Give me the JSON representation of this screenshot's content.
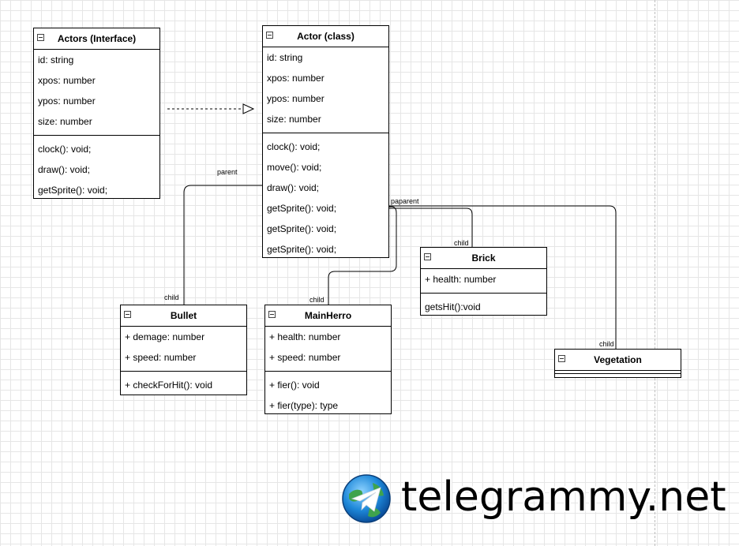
{
  "classes": {
    "actors_interface": {
      "title": "Actors (Interface)",
      "attributes": [
        "id: string",
        "xpos: number",
        "ypos: number",
        "size: number"
      ],
      "methods": [
        "clock(): void;",
        "draw(): void;",
        "getSprite(): void;"
      ]
    },
    "actor_class": {
      "title": "Actor (class)",
      "attributes": [
        "id: string",
        "xpos: number",
        "ypos: number",
        "size: number"
      ],
      "methods": [
        "clock(): void;",
        "move(): void;",
        "draw(): void;",
        "getSprite(): void;",
        "getSprite(): void;",
        "getSprite(): void;"
      ]
    },
    "bullet": {
      "title": "Bullet",
      "attributes": [
        "+ demage: number",
        "+ speed: number"
      ],
      "methods": [
        "+ checkForHit(): void"
      ]
    },
    "mainherro": {
      "title": "MainHerro",
      "attributes": [
        "+ health: number",
        "+ speed: number"
      ],
      "methods": [
        "+ fier(): void",
        "+ fier(type): type"
      ]
    },
    "brick": {
      "title": "Brick",
      "attributes": [
        "+ health: number"
      ],
      "methods": [
        "getsHit():void"
      ]
    },
    "vegetation": {
      "title": "Vegetation"
    }
  },
  "labels": {
    "parent": "parent",
    "paparent": "paparent",
    "child_bullet": "child",
    "child_mainherro": "child",
    "child_brick": "child",
    "child_vegetation": "child"
  },
  "watermark": {
    "text": "telegrammy.net"
  }
}
